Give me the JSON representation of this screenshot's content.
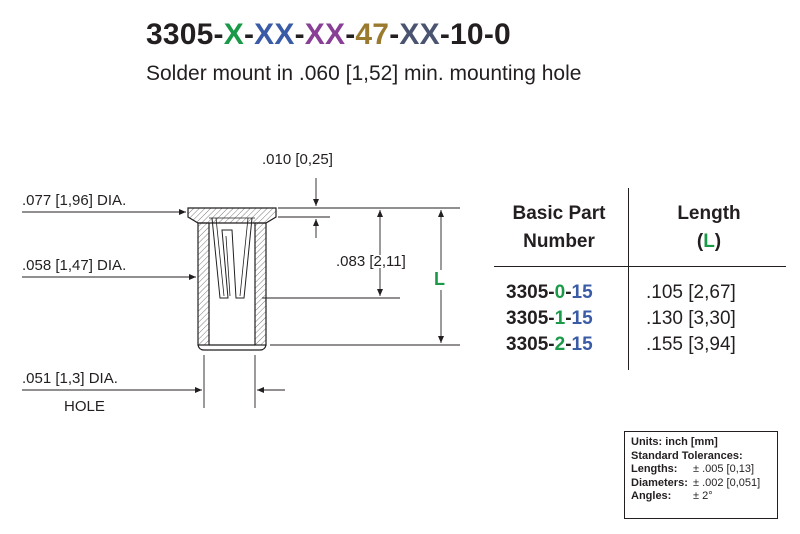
{
  "title": {
    "parts": [
      {
        "text": "3305",
        "color": "#231f20"
      },
      {
        "text": "-",
        "color": "#231f20"
      },
      {
        "text": "X",
        "color": "#1a9a48"
      },
      {
        "text": "-",
        "color": "#231f20"
      },
      {
        "text": "XX",
        "color": "#3a5ba6"
      },
      {
        "text": "-",
        "color": "#231f20"
      },
      {
        "text": "XX",
        "color": "#8a3f97"
      },
      {
        "text": "-",
        "color": "#231f20"
      },
      {
        "text": "47",
        "color": "#9a7a2e"
      },
      {
        "text": "-",
        "color": "#231f20"
      },
      {
        "text": "XX",
        "color": "#4a5470"
      },
      {
        "text": "-",
        "color": "#231f20"
      },
      {
        "text": "10",
        "color": "#231f20"
      },
      {
        "text": "-",
        "color": "#231f20"
      },
      {
        "text": "0",
        "color": "#231f20"
      }
    ],
    "subtitle": "Solder mount in .060 [1,52] min. mounting hole"
  },
  "dimensions": {
    "flange_thickness": ".010 [0,25]",
    "flange_dia": ".077 [1,96] DIA.",
    "body_dia": ".058 [1,47] DIA.",
    "insert_depth": ".083 [2,11]",
    "length_symbol": "L",
    "hole_dia": ".051 [1,3] DIA.",
    "hole_label": "HOLE"
  },
  "table": {
    "col1_header_line1": "Basic Part",
    "col1_header_line2": "Number",
    "col2_header_line1": "Length",
    "col2_header_open": "(",
    "col2_header_symbol": "L",
    "col2_header_close": ")",
    "rows": [
      {
        "prefix": "3305-",
        "code": "0",
        "sep": "-",
        "suffix": "15",
        "length": ".105 [2,67]"
      },
      {
        "prefix": "3305-",
        "code": "1",
        "sep": "-",
        "suffix": "15",
        "length": ".130 [3,30]"
      },
      {
        "prefix": "3305-",
        "code": "2",
        "sep": "-",
        "suffix": "15",
        "length": ".155 [3,94]"
      }
    ]
  },
  "tolerances": {
    "units": "Units: inch [mm]",
    "heading": "Standard Tolerances:",
    "items": [
      {
        "label": "Lengths:",
        "value": "± .005 [0,13]"
      },
      {
        "label": "Diameters:",
        "value": "± .002 [0,051]"
      },
      {
        "label": "Angles:",
        "value": "± 2°"
      }
    ]
  },
  "colors": {
    "ink": "#231f20",
    "green": "#1a9a48",
    "blue": "#3a5ba6"
  }
}
